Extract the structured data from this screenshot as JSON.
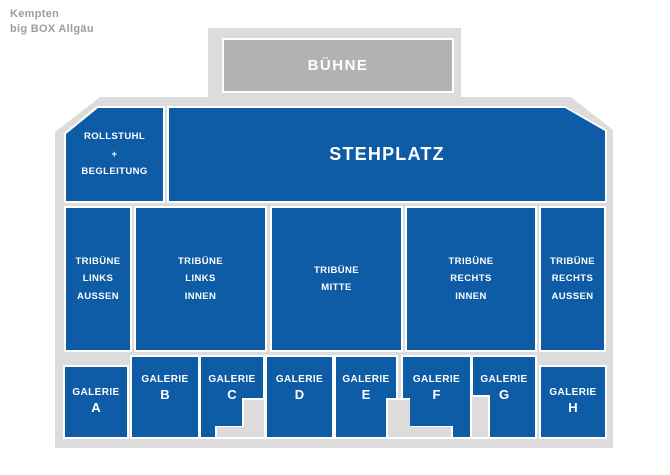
{
  "header": {
    "line1": "Kempten",
    "line2": "big BOX Allgäu"
  },
  "stage": {
    "label": "BÜHNE"
  },
  "sections": {
    "rollstuhl": {
      "label": "ROLLSTUHL\n+\nBEGLEITUNG"
    },
    "stehplatz": {
      "label": "STEHPLATZ"
    },
    "tribuenen": [
      {
        "id": "tribuene-links-aussen",
        "label": "TRIBÜNE\nLINKS\nAUSSEN"
      },
      {
        "id": "tribuene-links-innen",
        "label": "TRIBÜNE\nLINKS\nINNEN"
      },
      {
        "id": "tribuene-mitte",
        "label": "TRIBÜNE\nMITTE"
      },
      {
        "id": "tribuene-rechts-innen",
        "label": "TRIBÜNE\nRECHTS\nINNEN"
      },
      {
        "id": "tribuene-rechts-aussen",
        "label": "TRIBÜNE\nRECHTS\nAUSSEN"
      }
    ],
    "galerien": [
      {
        "id": "galerie-a",
        "name": "GALERIE",
        "letter": "A"
      },
      {
        "id": "galerie-b",
        "name": "GALERIE",
        "letter": "B"
      },
      {
        "id": "galerie-c",
        "name": "GALERIE",
        "letter": "C"
      },
      {
        "id": "galerie-d",
        "name": "GALERIE",
        "letter": "D"
      },
      {
        "id": "galerie-e",
        "name": "GALERIE",
        "letter": "E"
      },
      {
        "id": "galerie-f",
        "name": "GALERIE",
        "letter": "F"
      },
      {
        "id": "galerie-g",
        "name": "GALERIE",
        "letter": "G"
      },
      {
        "id": "galerie-h",
        "name": "GALERIE",
        "letter": "H"
      }
    ]
  },
  "colors": {
    "section_blue": "#0D5CA5",
    "venue_gray": "#DCDCDC",
    "stage_gray": "#B2B2B2",
    "header_text": "#9D9D9D"
  }
}
